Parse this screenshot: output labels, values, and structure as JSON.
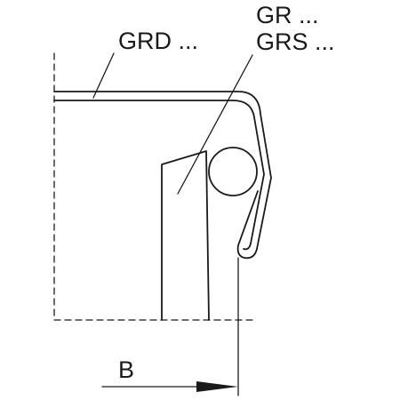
{
  "labels": {
    "grd": "GRD ...",
    "gr": "GR ...",
    "grs": "GRS ...",
    "dimension": "B"
  },
  "colors": {
    "stroke": "#1a1a1a",
    "background": "#ffffff"
  }
}
